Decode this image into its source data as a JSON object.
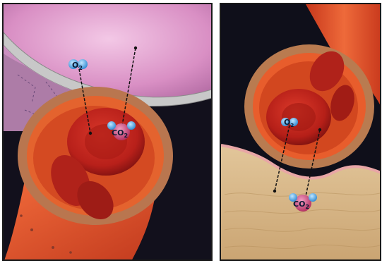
{
  "panels": [
    {
      "id": "lung-alveolus-exchange",
      "molecules": {
        "oxygen": {
          "text": "O",
          "sub": "2"
        },
        "carbon_dioxide": {
          "text": "CO",
          "sub": "2"
        }
      }
    },
    {
      "id": "tissue-capillary-exchange",
      "molecules": {
        "oxygen": {
          "text": "O",
          "sub": "2"
        },
        "carbon_dioxide": {
          "text": "CO",
          "sub": "2"
        }
      }
    }
  ],
  "colors": {
    "frame": "#1a1a1a",
    "alveolus": "#d98fc4",
    "alveolus_membrane": "#b8b8b8",
    "vessel_wall": "#c77c52",
    "vessel_inner": "#e8572c",
    "blood_cell": "#c9261c",
    "tissue": "#d8b88a",
    "tissue_border": "#e6a0a0",
    "oxygen_molecule": "#3aa0e0",
    "co2_molecule": "#c83a6a",
    "dark_background": "#0e0e18"
  }
}
